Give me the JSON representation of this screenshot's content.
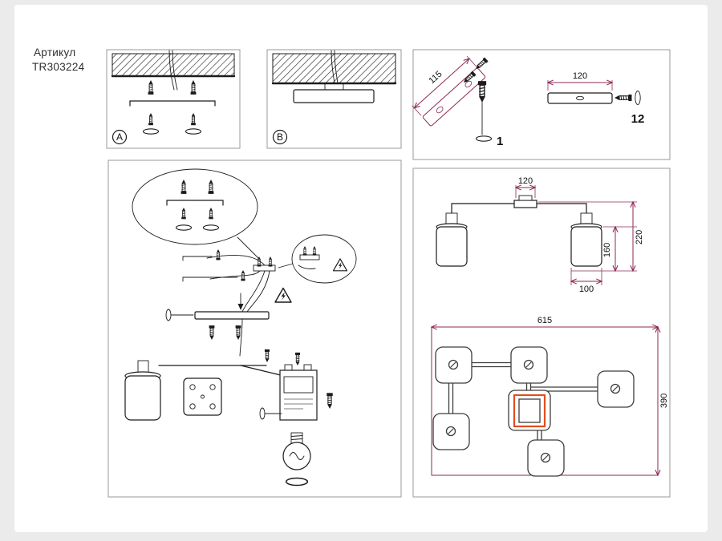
{
  "article": {
    "label": "Артикул",
    "code": "TR303224"
  },
  "panel_labels": {
    "a": "A",
    "b": "B"
  },
  "hardware": {
    "anchor_length": "115",
    "anchor_qty": "1",
    "bracket_length": "120",
    "bracket_qty": "12"
  },
  "side_view": {
    "canopy_width": "120",
    "total_height": "220",
    "shade_height": "160",
    "shade_width": "100"
  },
  "plan_view": {
    "length": "615",
    "depth": "390"
  },
  "colors": {
    "dimension_line": "#8e2a56",
    "highlight": "#e14e1d",
    "drawing": "#1c1c1c",
    "box_border": "#9a9a9a",
    "background": "#ebebeb"
  }
}
